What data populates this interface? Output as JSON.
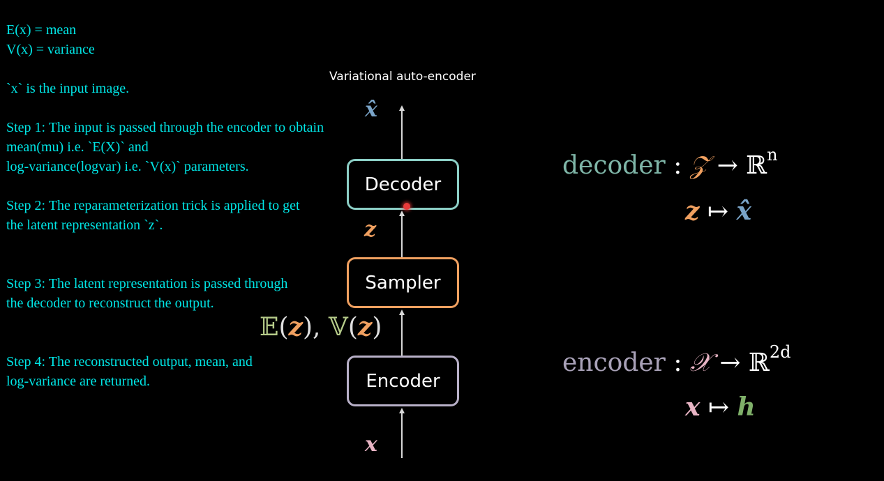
{
  "notes": {
    "line1": "E(x) = mean",
    "line2": "V(x) = variance",
    "line3": "`x` is the input image.",
    "step1_a": "Step 1: The input is passed through the encoder to obtain",
    "step1_b": "mean(mu) i.e. `E(X)` and",
    "step1_c": "log-variance(logvar) i.e. `V(x)` parameters.",
    "step2_a": "Step 2: The reparameterization trick is applied to get",
    "step2_b": "the latent representation `z`.",
    "step3_a": "Step 3: The latent representation is passed through",
    "step3_b": "the decoder to reconstruct the output.",
    "step4_a": "Step 4: The reconstructed output, mean, and",
    "step4_b": "log-variance are returned."
  },
  "diagram": {
    "title": "Variational auto-encoder",
    "decoder_label": "Decoder",
    "sampler_label": "Sampler",
    "encoder_label": "Encoder",
    "output_symbol": "x̂",
    "latent_symbol": "z",
    "input_symbol": "x",
    "stats": {
      "E": "𝔼",
      "V": "𝕍",
      "z1": "z",
      "z2": "z",
      "open1": "(",
      "close1": "),",
      "open2": "(",
      "close2": ")"
    }
  },
  "equations": {
    "decoder": {
      "name": "decoder",
      "colon": " : ",
      "domain": "𝒵",
      "arrow": " → ",
      "codomain": "ℝ",
      "exponent": "n",
      "map_from": "z",
      "map_arrow": " ↦ ",
      "map_to": "x̂"
    },
    "encoder": {
      "name": "encoder",
      "colon": " : ",
      "domain": "𝒳",
      "arrow": " → ",
      "codomain": "ℝ",
      "exponent": "2d",
      "map_from": "x",
      "map_arrow": " ↦ ",
      "map_to": "h"
    }
  },
  "colors": {
    "notes_text": "#00e5e5",
    "decoder_border": "#8ccfc6",
    "sampler_border": "#f0a060",
    "encoder_border": "#b8b0c8",
    "latent": "#f0a060",
    "input": "#e8b4c4",
    "output": "#7aa4c8",
    "hidden": "#7fb069",
    "stats": "#b6cc8a"
  }
}
